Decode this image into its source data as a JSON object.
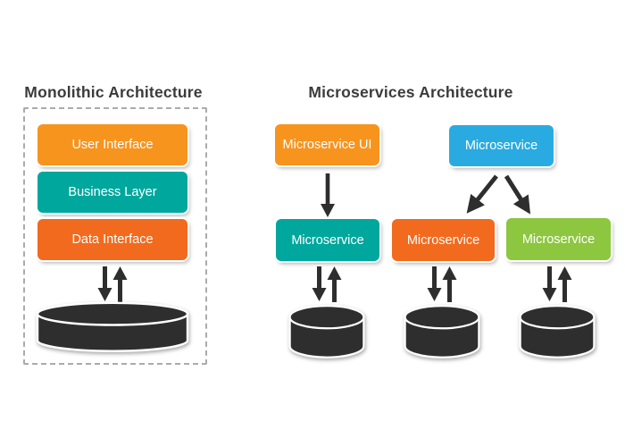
{
  "page": {
    "background": "#FFFFFF"
  },
  "monolithic": {
    "title": "Monolithic Architecture",
    "layers": [
      {
        "label": "User Interface",
        "color": "#F7941E"
      },
      {
        "label": "Business Layer",
        "color": "#00A79D"
      },
      {
        "label": "Data Interface",
        "color": "#F26A1E"
      }
    ],
    "database_icon": "database-cylinder"
  },
  "microservices": {
    "title": "Microservices Architecture",
    "top_row": [
      {
        "label": "Microservice UI",
        "color": "#F7941E"
      },
      {
        "label": "Microservice",
        "color": "#29ABE2"
      }
    ],
    "middle_row": [
      {
        "label": "Microservice",
        "color": "#00A79D"
      },
      {
        "label": "Microservice",
        "color": "#F26A1E"
      },
      {
        "label": "Microservice",
        "color": "#8DC63F"
      }
    ],
    "database_icons": [
      "database-cylinder",
      "database-cylinder",
      "database-cylinder"
    ]
  },
  "shapes": {
    "database_color": "#2E2E2E",
    "arrow_color": "#2E2E2E",
    "dashed_border_color": "#ABABAB",
    "title_color": "#3B3B3B"
  }
}
